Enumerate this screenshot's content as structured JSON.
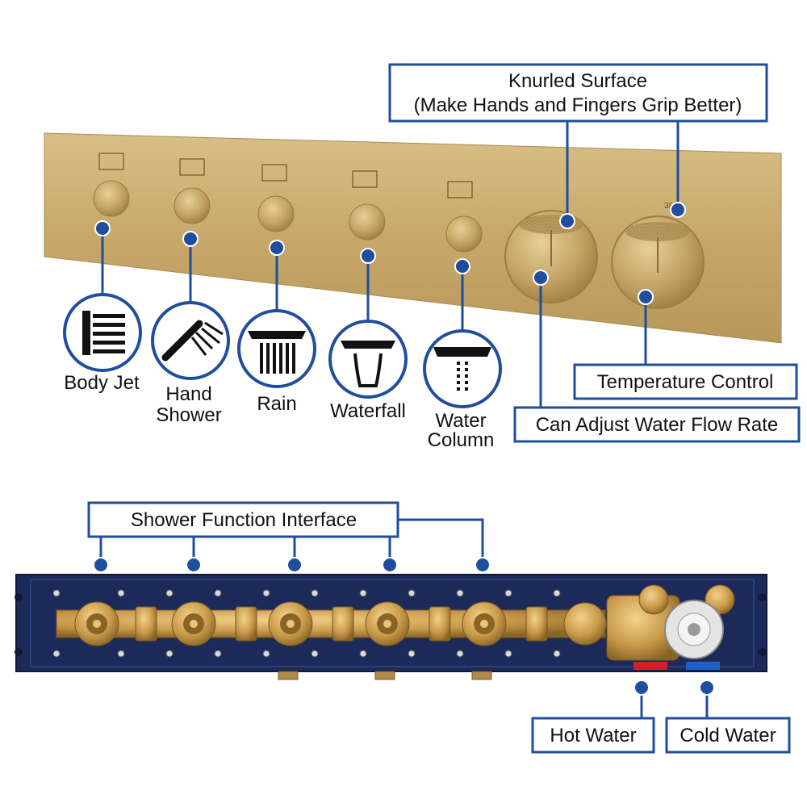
{
  "callouts": {
    "knurled_line1": "Knurled Surface",
    "knurled_line2": "(Make Hands and Fingers Grip Better)",
    "temperature_control": "Temperature Control",
    "flow_rate": "Can Adjust Water Flow Rate",
    "shower_function_interface": "Shower Function Interface",
    "hot_water": "Hot Water",
    "cold_water": "Cold Water"
  },
  "functions": [
    {
      "line1": "Body Jet",
      "line2": "",
      "icon": "body-jet-icon"
    },
    {
      "line1": "Hand",
      "line2": "Shower",
      "icon": "hand-shower-icon"
    },
    {
      "line1": "Rain",
      "line2": "",
      "icon": "rain-icon"
    },
    {
      "line1": "Waterfall",
      "line2": "",
      "icon": "waterfall-icon"
    },
    {
      "line1": "Water",
      "line2": "Column",
      "icon": "water-column-icon"
    }
  ],
  "dial_mark": "38°",
  "colors": {
    "callout_blue": "#1f4e9c",
    "brass_panel": "#c9ab6e",
    "valve_blue": "#1c2a5a",
    "brass_fitting": "#c99a4a",
    "hot_marker": "#d0202a",
    "cold_marker": "#1f5fc8"
  }
}
